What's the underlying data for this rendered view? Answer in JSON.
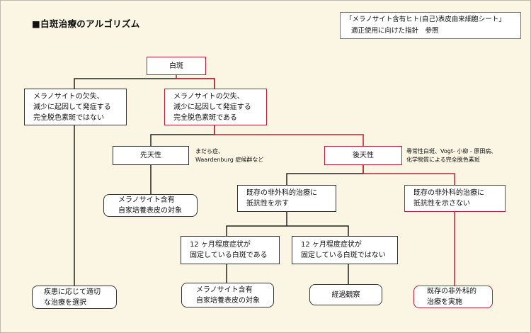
{
  "title": "■白斑治療のアルゴリズム",
  "reference": {
    "line1": "「メラノサイト含有ヒト(自己)表皮由来細胞シート」",
    "line2": "適正使用に向けた指針　参照"
  },
  "nodes": {
    "vitiligo": "白斑",
    "melano_not": [
      "メラノサイトの欠失、",
      "減少に起因して発症する",
      "完全脱色素斑ではない"
    ],
    "melano_yes": [
      "メラノサイトの欠失、",
      "減少に起因して発症する",
      "完全脱色素斑である"
    ],
    "congenital": "先天性",
    "acquired": "後天性",
    "congenital_treat": [
      "メラノサイト含有",
      "自家培養表皮の対象"
    ],
    "resistant": [
      "既存の非外科的治療に",
      "抵抗性を示す"
    ],
    "not_resistant": [
      "既存の非外科的治療に",
      "抵抗性を示さない"
    ],
    "fixed": [
      "12 ヶ月程度症状が",
      "固定している白斑である"
    ],
    "not_fixed": [
      "12 ヶ月程度症状が",
      "固定している白斑ではない"
    ],
    "symptomatic": [
      "疾患に応じて適切",
      "な治療を選択"
    ],
    "fixed_treat": [
      "メラノサイト含有",
      "自家培養表皮の対象"
    ],
    "observe": "経過観察",
    "nonsurgical": [
      "既存の非外科的",
      "治療を実施"
    ]
  },
  "notes": {
    "congenital": [
      "まだら症、",
      "Waardenburg 症候群など"
    ],
    "acquired": [
      "尋常性白斑、Vogt- 小柳 - 原田病、",
      "化学物質による完全脱色素斑"
    ]
  },
  "colors": {
    "red": "#c21f38",
    "black": "#222222",
    "background": "#fbf6e3"
  }
}
